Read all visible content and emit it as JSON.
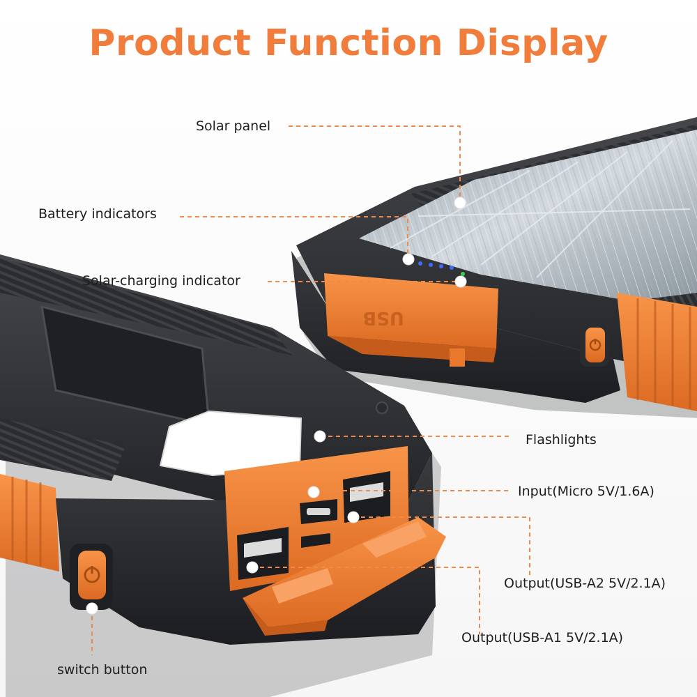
{
  "title": "Product Function Display",
  "colors": {
    "accent": "#f07d3b",
    "device_body": "#2f3033",
    "device_orange": "#f07e32",
    "solar_cell": "#b9c2c9",
    "indicator_blue": "#3b6cff",
    "indicator_green": "#39d24a"
  },
  "callouts": [
    {
      "id": "solar-panel",
      "label": "Solar panel"
    },
    {
      "id": "battery-indicators",
      "label": "Battery indicators"
    },
    {
      "id": "solar-charging-indicator",
      "label": "Solar-charging indicator"
    },
    {
      "id": "flashlights",
      "label": "Flashlights"
    },
    {
      "id": "input",
      "label": "Input(Micro 5V/1.6A)"
    },
    {
      "id": "output-a2",
      "label": "Output(USB-A2 5V/2.1A)"
    },
    {
      "id": "output-a1",
      "label": "Output(USB-A1 5V/2.1A)"
    },
    {
      "id": "switch-button",
      "label": "switch button"
    }
  ],
  "device_marking": "USB"
}
